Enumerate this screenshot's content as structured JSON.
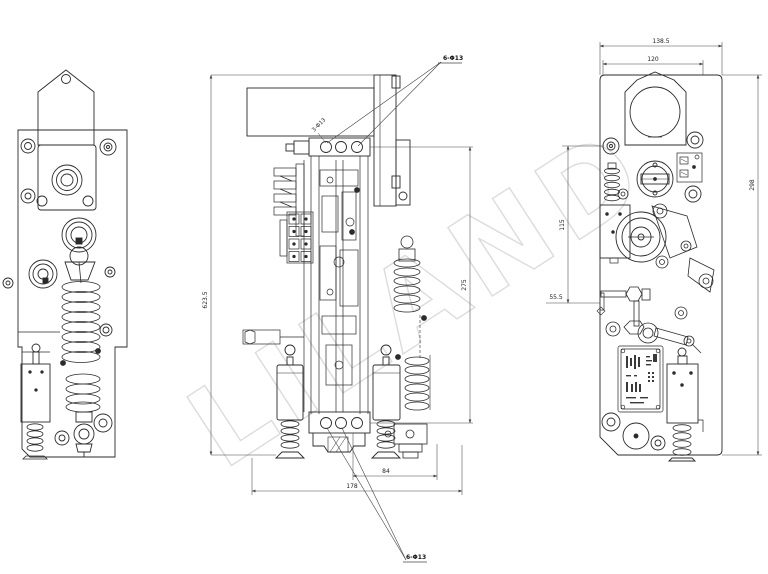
{
  "watermark": "LILAND",
  "colors": {
    "line": "#2b2b2b",
    "dim_line": "#444444",
    "watermark": "#dcdcdc",
    "background": "#ffffff"
  },
  "views": {
    "side": {
      "callout_top": "6-Φ13",
      "callout_bottom": "6-Φ13",
      "hole_note": "3-Φ13",
      "dims": {
        "overall_height": "623.5",
        "hole_row_span": "275",
        "hole_pitch": "84",
        "base_depth": "178"
      }
    },
    "rear": {
      "dims": {
        "overall_width": "138.5",
        "inner_width": "120",
        "overall_height": "298",
        "side_height": "115",
        "foot_offset": "55.5"
      }
    }
  }
}
